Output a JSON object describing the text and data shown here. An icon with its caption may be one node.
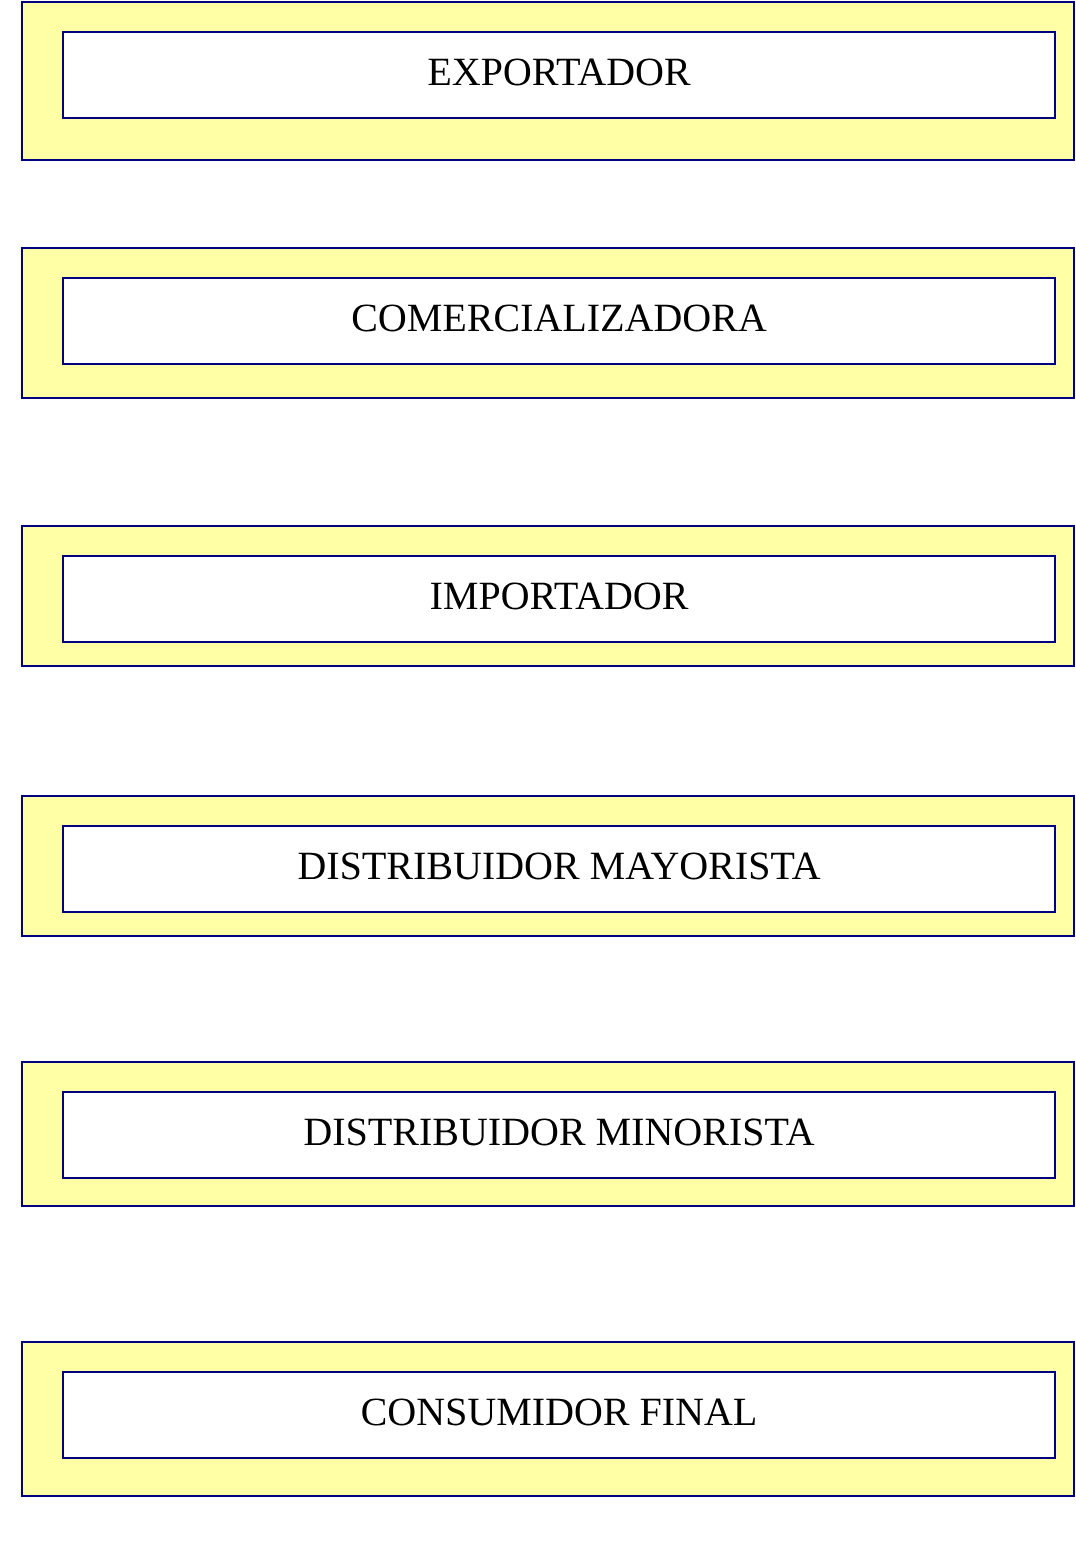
{
  "diagram": {
    "nodes": [
      {
        "text": [
          "EXPORTADOR"
        ]
      },
      {
        "text": [
          "COMERCIALIZADORA"
        ]
      },
      {
        "text": [
          "IMPORTADOR"
        ]
      },
      {
        "text": [
          "DISTRIBUIDOR MAYORISTA"
        ]
      },
      {
        "text": [
          "DISTRIBUIDOR MINORISTA"
        ]
      },
      {
        "text": [
          "CONSUMIDOR FINAL"
        ]
      }
    ]
  }
}
